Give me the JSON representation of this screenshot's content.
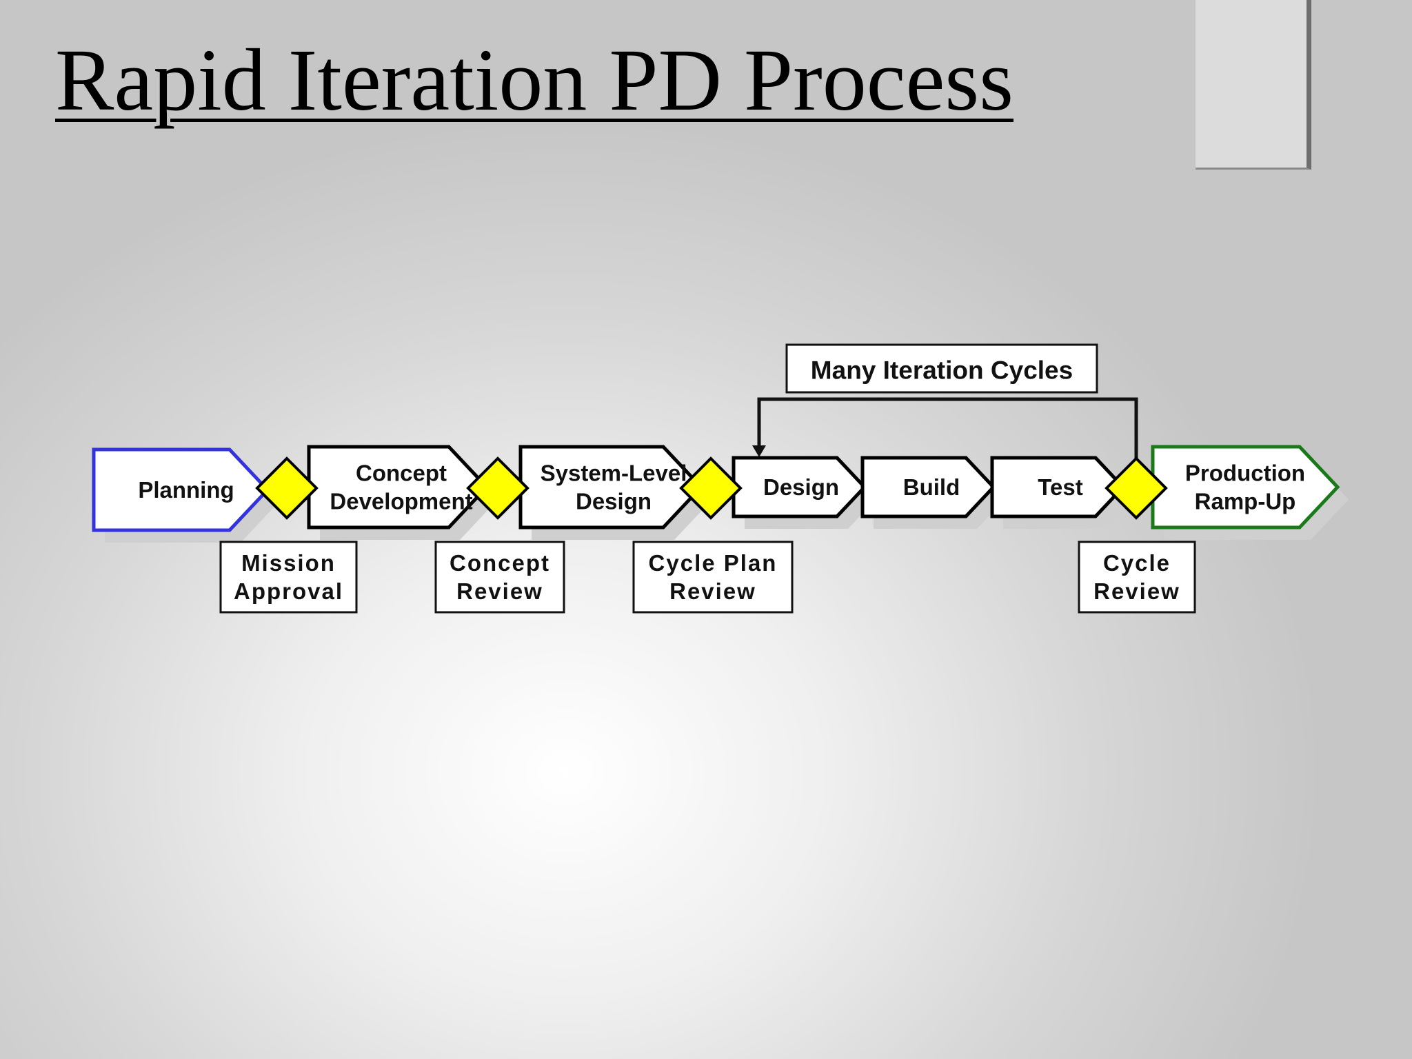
{
  "title": "Rapid Iteration PD Process",
  "diagram": {
    "iteration_label": "Many Iteration Cycles",
    "stages": [
      {
        "id": "planning",
        "lines": [
          "Planning"
        ],
        "border_color": "#3333dd"
      },
      {
        "id": "concept-development",
        "lines": [
          "Concept",
          "Development"
        ],
        "border_color": "#000000"
      },
      {
        "id": "system-level-design",
        "lines": [
          "System-Level",
          "Design"
        ],
        "border_color": "#000000"
      },
      {
        "id": "design",
        "lines": [
          "Design"
        ],
        "border_color": "#000000"
      },
      {
        "id": "build",
        "lines": [
          "Build"
        ],
        "border_color": "#000000"
      },
      {
        "id": "test",
        "lines": [
          "Test"
        ],
        "border_color": "#000000"
      },
      {
        "id": "production-ramp-up",
        "lines": [
          "Production",
          "Ramp-Up"
        ],
        "border_color": "#1a7a1a"
      }
    ],
    "gate_color": "#ffff00",
    "milestones": [
      {
        "id": "mission-approval",
        "lines": [
          "Mission",
          "Approval"
        ]
      },
      {
        "id": "concept-review",
        "lines": [
          "Concept",
          "Review"
        ]
      },
      {
        "id": "cycle-plan-review",
        "lines": [
          "Cycle Plan",
          "Review"
        ]
      },
      {
        "id": "cycle-review",
        "lines": [
          "Cycle",
          "Review"
        ]
      }
    ]
  }
}
